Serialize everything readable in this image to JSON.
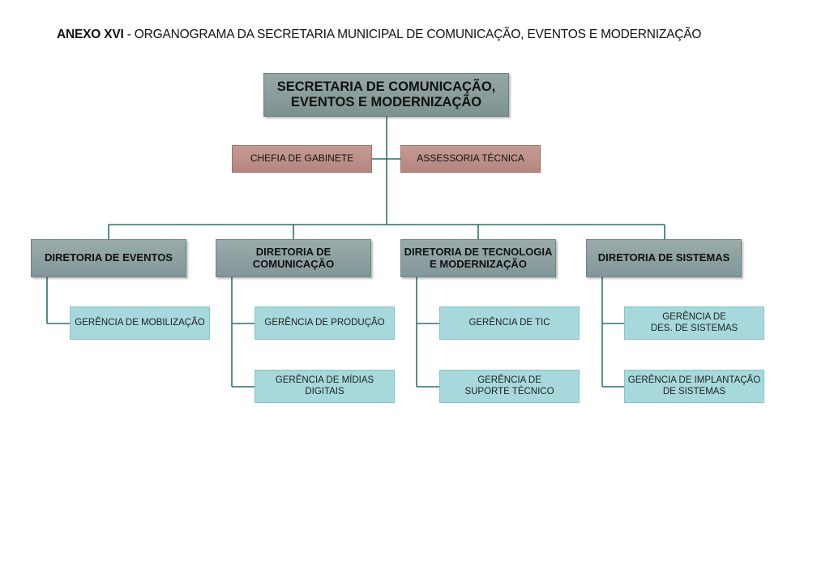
{
  "title": {
    "prefix": "ANEXO XVI",
    "rest": " - ORGANOGRAMA DA SECRETARIA MUNICIPAL DE COMUNICAÇÃO, EVENTOS E MODERNIZAÇÃO"
  },
  "org": {
    "root": "SECRETARIA DE COMUNICAÇÃO,\nEVENTOS E MODERNIZAÇÃO",
    "staff": [
      "CHEFIA DE GABINETE",
      "ASSESSORIA TÉCNICA"
    ],
    "directorates": [
      {
        "label": "DIRETORIA DE EVENTOS",
        "units": [
          "GERÊNCIA DE MOBILIZAÇÃO"
        ]
      },
      {
        "label": "DIRETORIA DE\nCOMUNICAÇÃO",
        "units": [
          "GERÊNCIA DE PRODUÇÃO",
          "GERÊNCIA DE MÍDIAS DIGITAIS"
        ]
      },
      {
        "label": "DIRETORIA DE TECNOLOGIA\nE MODERNIZAÇÃO",
        "units": [
          "GERÊNCIA DE TIC",
          "GERÊNCIA DE\nSUPORTE TÉCNICO"
        ]
      },
      {
        "label": "DIRETORIA DE SISTEMAS",
        "units": [
          "GERÊNCIA DE\nDES. DE SISTEMAS",
          "GERÊNCIA DE IMPLANTAÇÃO\nDE SISTEMAS"
        ]
      }
    ]
  }
}
